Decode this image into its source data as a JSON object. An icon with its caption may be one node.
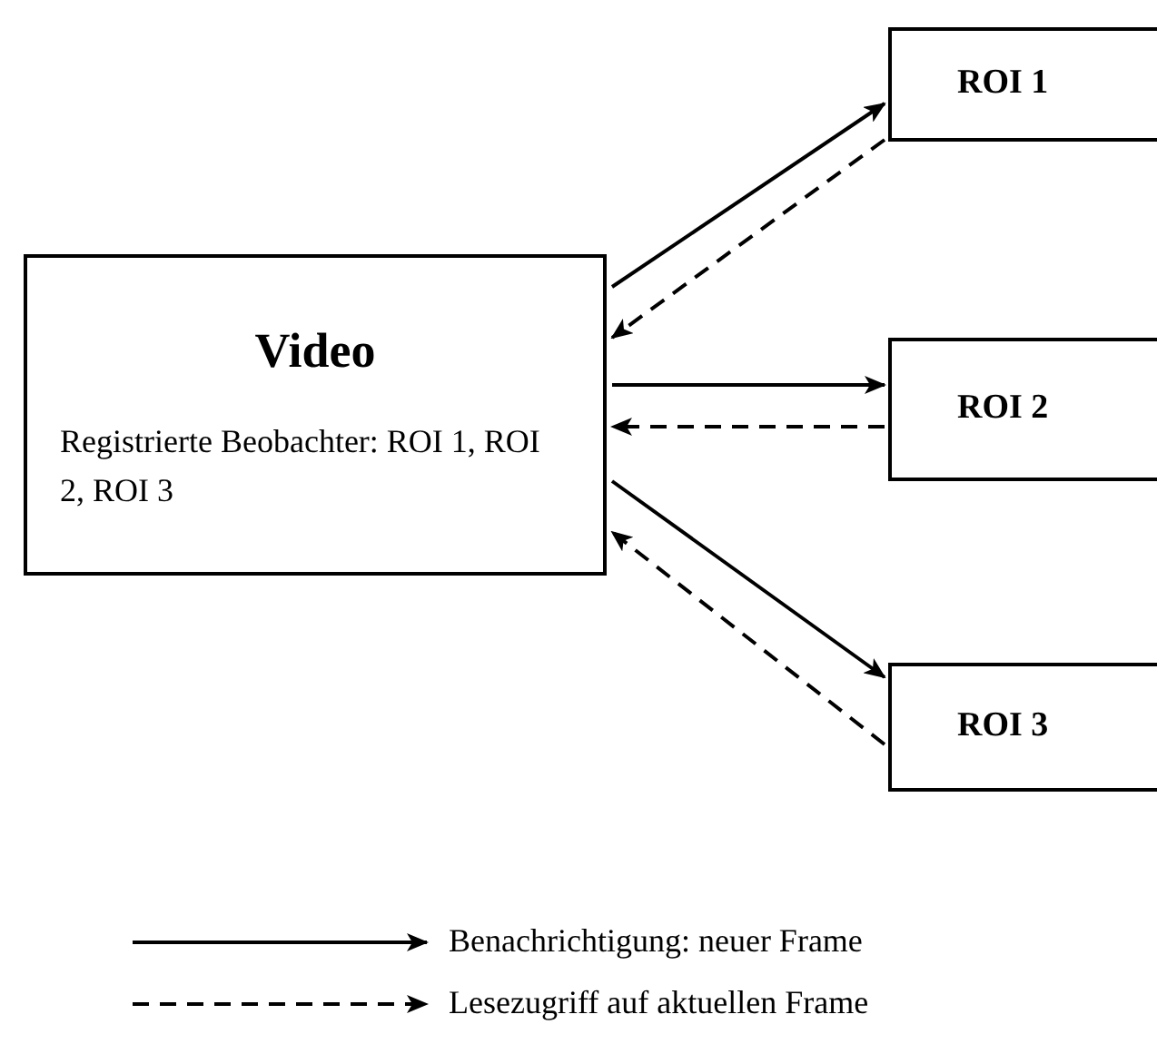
{
  "diagram": {
    "nodes": [
      {
        "text": [
          "Video",
          "Registrierte Beobachter: ROI 1, ROI 2, ROI 3"
        ]
      },
      {
        "text": [
          "ROI 1"
        ]
      },
      {
        "text": [
          "ROI 2"
        ]
      },
      {
        "text": [
          "ROI 3"
        ]
      }
    ],
    "edges": [
      {
        "from": 0,
        "to": 1,
        "arrow": "to"
      },
      {
        "from": 1,
        "to": 0,
        "arrow": "to",
        "style": "dashed"
      },
      {
        "from": 0,
        "to": 2,
        "arrow": "to"
      },
      {
        "from": 2,
        "to": 0,
        "arrow": "to",
        "style": "dashed"
      },
      {
        "from": 0,
        "to": 3,
        "arrow": "to"
      },
      {
        "from": 3,
        "to": 0,
        "arrow": "to",
        "style": "dashed"
      }
    ],
    "legend": [
      {
        "text": "Benachrichtigung: neuer Frame"
      },
      {
        "text": "Lesezugriff auf aktuellen Frame"
      }
    ]
  }
}
